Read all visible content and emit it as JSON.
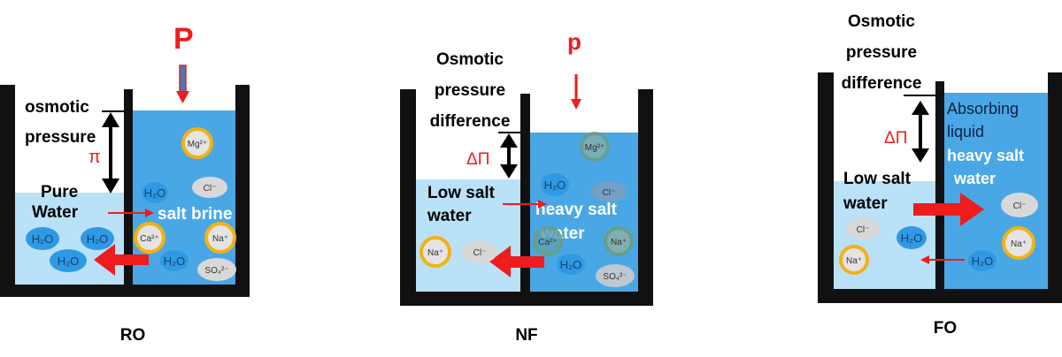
{
  "panels": {
    "ro": {
      "title": "RO",
      "pressure": "P",
      "osmotic_1": "osmotic",
      "osmotic_2": "pressure",
      "pi": "π",
      "pure_1": "Pure",
      "pure_2": "Water",
      "brine": "salt brine",
      "ions": {
        "mg": "Mg²⁺",
        "h2o_r1": "H₂O",
        "cl": "Cl⁻",
        "ca": "Ca²⁺",
        "na": "Na⁺",
        "h2o_r2": "H₂O",
        "so4": "SO₄²⁻",
        "h2o_l1": "H₂O",
        "h2o_l2": "H₂O",
        "h2o_l3": "H₂O"
      }
    },
    "nf": {
      "title": "NF",
      "pressure": "p",
      "diff_1": "Osmotic",
      "diff_2": "pressure",
      "diff_3": "difference",
      "dpi": "ΔΠ",
      "low_1": "Low salt",
      "low_2": "water",
      "heavy_1": "heavy salt",
      "heavy_2": "water",
      "ions": {
        "mg": "Mg²⁺",
        "h2o_l": "H₂O",
        "cl_r": "Cl⁻",
        "ca": "Ca²⁺",
        "na_r": "Na⁺",
        "h2o_r": "H₂O",
        "so4": "SO₄²⁻",
        "na_l": "Na⁺",
        "cl_l": "Cl⁻"
      }
    },
    "fo": {
      "title": "FO",
      "diff_1": "Osmotic",
      "diff_2": "pressure",
      "diff_3": "difference",
      "dpi": "ΔΠ",
      "abs_1": "Absorbing",
      "abs_2": "liquid",
      "heavy_1": "heavy salt",
      "heavy_2": "water",
      "low_1": "Low salt",
      "low_2": "water",
      "ions": {
        "cl_l": "Cl⁻",
        "h2o_l": "H₂O",
        "na_l": "Na⁺",
        "cl_r": "Cl⁻",
        "na_r": "Na⁺",
        "h2o_r": "H₂O"
      }
    }
  },
  "colors": {
    "frame": "#111111",
    "light_water": "#b9e1f8",
    "deep_water": "#4aa7e6",
    "red": "#ee1c1c",
    "ion_ring": "#f2b214",
    "ion_grey": "#d8d8d8",
    "ion_blue": "#2f9ae3"
  }
}
